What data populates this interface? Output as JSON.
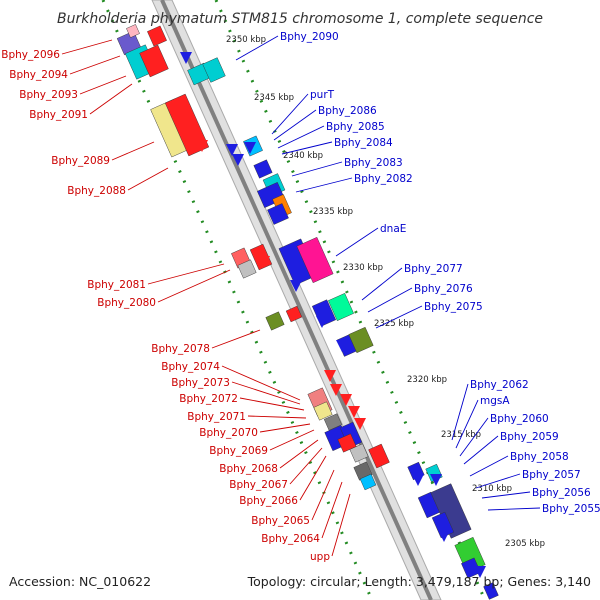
{
  "title": "Burkholderia phymatum STM815 chromosome 1, complete sequence",
  "accession": "Accession: NC_010622",
  "summary": "Topology: circular; Length: 3,479,187 bp; Genes: 3,140",
  "colors": {
    "backbone": "#888888",
    "backbone_fill": "#dddddd",
    "tick_dots": "#228b22",
    "plus_strand_label": "#cc0000",
    "minus_strand_label": "#0000cc"
  },
  "ticks": [
    {
      "label": "2350 kbp"
    },
    {
      "label": "2345 kbp"
    },
    {
      "label": "2340 kbp"
    },
    {
      "label": "2335 kbp"
    },
    {
      "label": "2330 kbp"
    },
    {
      "label": "2325 kbp"
    },
    {
      "label": "2320 kbp"
    },
    {
      "label": "2315 kbp"
    },
    {
      "label": "2310 kbp"
    },
    {
      "label": "2305 kbp"
    }
  ],
  "left_labels": [
    "Bphy_2096",
    "Bphy_2094",
    "Bphy_2093",
    "Bphy_2091",
    "Bphy_2089",
    "Bphy_2088",
    "Bphy_2081",
    "Bphy_2080",
    "Bphy_2078",
    "Bphy_2074",
    "Bphy_2073",
    "Bphy_2072",
    "Bphy_2071",
    "Bphy_2070",
    "Bphy_2069",
    "Bphy_2068",
    "Bphy_2067",
    "Bphy_2066",
    "Bphy_2065",
    "Bphy_2064",
    "upp"
  ],
  "right_labels": [
    "Bphy_2090",
    "purT",
    "Bphy_2086",
    "Bphy_2085",
    "Bphy_2084",
    "Bphy_2083",
    "Bphy_2082",
    "dnaE",
    "Bphy_2077",
    "Bphy_2076",
    "Bphy_2075",
    "Bphy_2062",
    "mgsA",
    "Bphy_2060",
    "Bphy_2059",
    "Bphy_2058",
    "Bphy_2057",
    "Bphy_2056",
    "Bphy_2055"
  ]
}
